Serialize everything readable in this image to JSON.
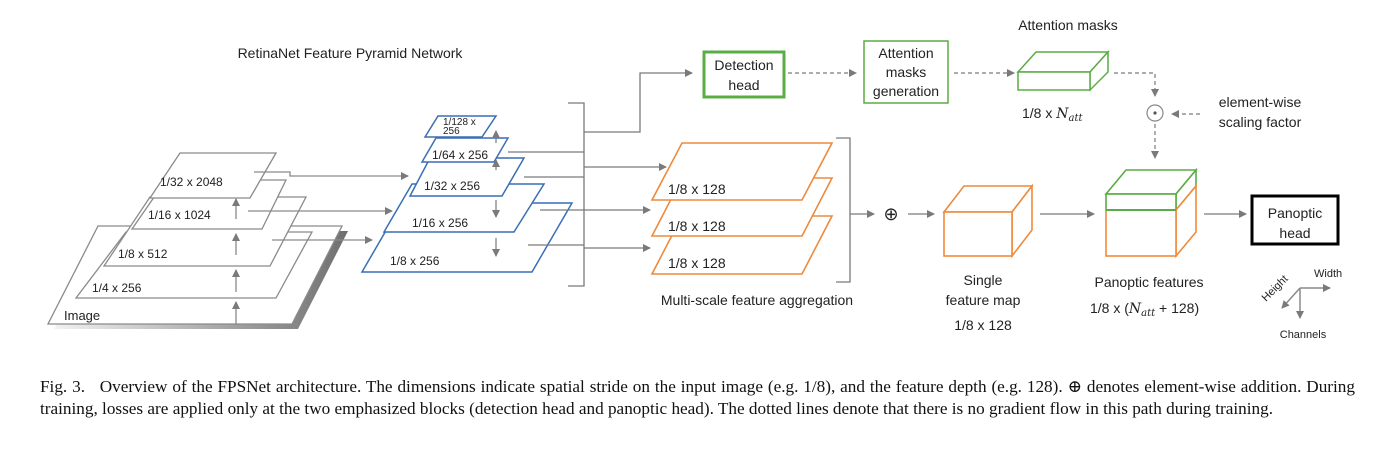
{
  "diagram": {
    "titles": {
      "fpn": "RetinaNet Feature Pyramid Network",
      "attention_masks": "Attention masks",
      "multi_scale": "Multi-scale feature aggregation"
    },
    "backbone_layers": [
      "Image",
      "1/4 x 256",
      "1/8 x 512",
      "1/16 x 1024",
      "1/32 x 2048"
    ],
    "fpn_layers": [
      "1/8 x 256",
      "1/16 x 256",
      "1/32 x 256",
      "1/64 x 256",
      "1/128 x",
      "256"
    ],
    "agg_layers": [
      "1/8 x 128",
      "1/8 x 128",
      "1/8 x 128"
    ],
    "detection_head": [
      "Detection",
      "head"
    ],
    "attention_generation": [
      "Attention",
      "masks",
      "generation"
    ],
    "attention_dim": {
      "base": "1/8 x ",
      "sym": "N",
      "sub": "att"
    },
    "elementwise_scaling": [
      "element-wise",
      "scaling factor"
    ],
    "add_symbol": "⊕",
    "mult_symbol": "⊙",
    "single_map": [
      "Single",
      "feature map",
      "1/8 x 128"
    ],
    "panoptic_features": {
      "label": "Panoptic features",
      "dim_pre": "1/8 x (",
      "sym": "N",
      "sub": "att",
      "dim_post": " + 128)"
    },
    "panoptic_head": [
      "Panoptic",
      "head"
    ],
    "axes": {
      "width": "Width",
      "height": "Height",
      "channels": "Channels"
    },
    "colors": {
      "blue": "#3a6fb5",
      "orange": "#ee8a3c",
      "green": "#5aac44",
      "gray": "#7a7a7a"
    }
  },
  "caption": {
    "label": "Fig. 3.",
    "text": "Overview of the FPSNet architecture. The dimensions indicate spatial stride on the input image (e.g. 1/8), and the feature depth (e.g. 128). ⊕ denotes element-wise addition. During training, losses are applied only at the two emphasized blocks (detection head and panoptic head). The dotted lines denote that there is no gradient flow in this path during training."
  }
}
